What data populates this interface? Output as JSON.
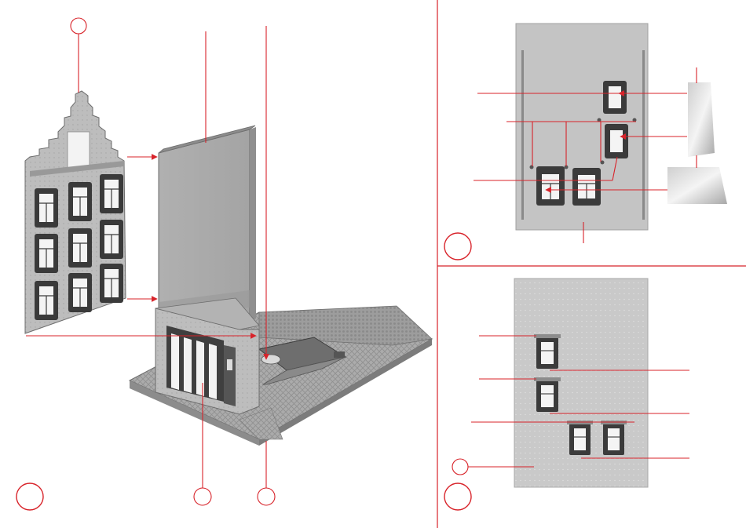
{
  "diagram": {
    "type": "assembly-instruction",
    "panels": [
      {
        "id": "main",
        "step_marker": ""
      },
      {
        "id": "top-right",
        "step_marker": ""
      },
      {
        "id": "bottom-right",
        "step_marker": ""
      }
    ],
    "colors": {
      "callout_line": "#d8232a",
      "divider": "#d8232a",
      "wall_grey": "#b5b5b5",
      "frame_dark": "#3d3d3d",
      "paving": "#a9a9a9"
    },
    "icons": [
      "stepped-gable-wall-part",
      "side-wall-part",
      "shop-front-part",
      "base-plate-part",
      "window-frame-part",
      "glazing-part"
    ]
  }
}
